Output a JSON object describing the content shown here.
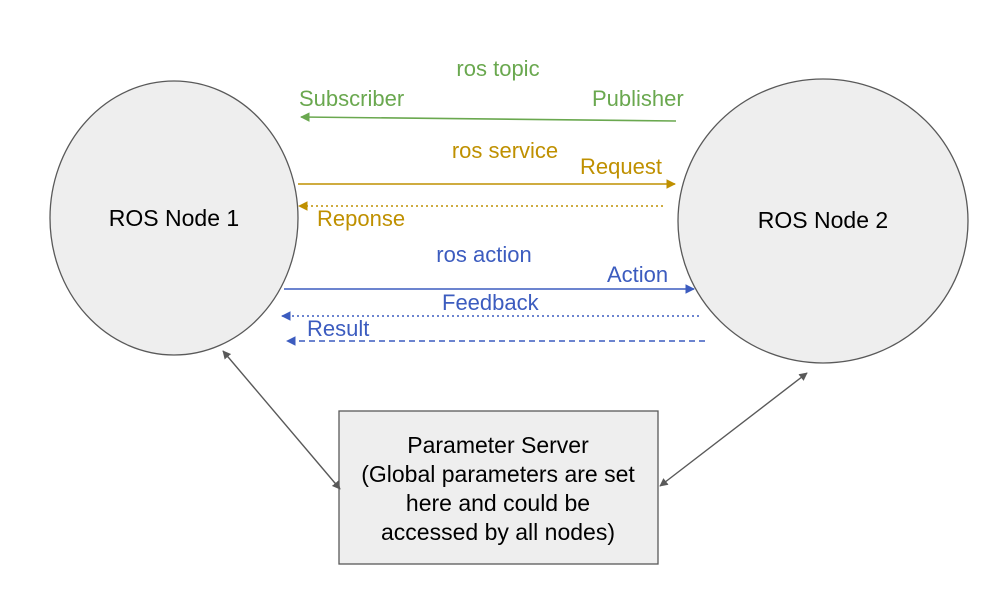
{
  "nodes": {
    "node1": {
      "label": "ROS Node 1"
    },
    "node2": {
      "label": "ROS Node 2"
    }
  },
  "topic": {
    "title": "ros topic",
    "subscriber": "Subscriber",
    "publisher": "Publisher",
    "color": "#6aa84f"
  },
  "service": {
    "title": "ros service",
    "request": "Request",
    "response": "Reponse",
    "color": "#bf9000"
  },
  "action": {
    "title": "ros action",
    "action": "Action",
    "feedback": "Feedback",
    "result": "Result",
    "color": "#3c5cbf"
  },
  "parameter_server": {
    "lines": [
      "Parameter Server",
      "(Global parameters are set",
      "here and could be",
      "accessed by all nodes)"
    ]
  },
  "colors": {
    "node_fill": "#eeeeee",
    "outline": "#595959",
    "connector": "#595959"
  }
}
